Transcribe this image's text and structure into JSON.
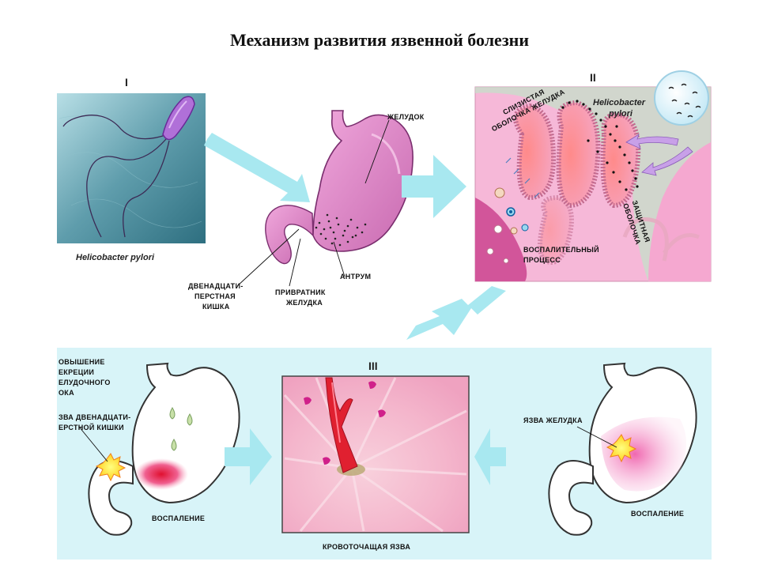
{
  "title": "Механизм развития язвенной болезни",
  "stage_labels": {
    "stage1": "I",
    "stage2": "II",
    "stage3": "III"
  },
  "bacterium": {
    "caption": "Helicobacter pylori"
  },
  "stomach_anatomy": {
    "stomach": "ЖЕЛУДОК",
    "duodenum_line1": "ДВЕНАДЦАТИ-",
    "duodenum_line2": "ПЕРСТНАЯ",
    "duodenum_line3": "КИШКА",
    "pylorus_line1": "ПРИВРАТНИК",
    "pylorus_line2": "ЖЕЛУДКА",
    "antrum": "АНТРУМ"
  },
  "mucosa_panel": {
    "mucosa_line1": "СЛИЗИСТАЯ",
    "mucosa_line2": "ОБОЛОЧКА ЖЕЛУДКА",
    "bacteria_line1": "Helicobacter",
    "bacteria_line2": "pylori",
    "protective_line1": "ЗАЩИТНАЯ",
    "protective_line2": "ОБОЛОЧКА",
    "inflammation_line1": "ВОСПАЛИТЕЛЬНЫЙ",
    "inflammation_line2": "ПРОЦЕСС"
  },
  "left_stomach": {
    "secretion_line1": "ОВЫШЕНИЕ",
    "secretion_line2": "ЕКРЕЦИИ",
    "secretion_line3": "ЕЛУДОЧНОГО",
    "secretion_line4": "ОКА",
    "ulcer_line1": "ЗВА ДВЕНАДЦАТИ-",
    "ulcer_line2": "ЕРСТНОЙ КИШКИ",
    "inflammation": "ВОСПАЛЕНИЕ"
  },
  "bleeding_panel": {
    "caption": "КРОВОТОЧАЩАЯ ЯЗВА"
  },
  "right_stomach": {
    "ulcer": "ЯЗВА ЖЕЛУДКА",
    "inflammation": "ВОСПАЛЕНИЕ"
  },
  "colors": {
    "bottom_band": "#d8f4f8",
    "arrow": "#a8e8f0",
    "stomach_pink": "#e48cc8",
    "mucosa_bg": "#f6b8d8",
    "blood": "#e02030"
  }
}
